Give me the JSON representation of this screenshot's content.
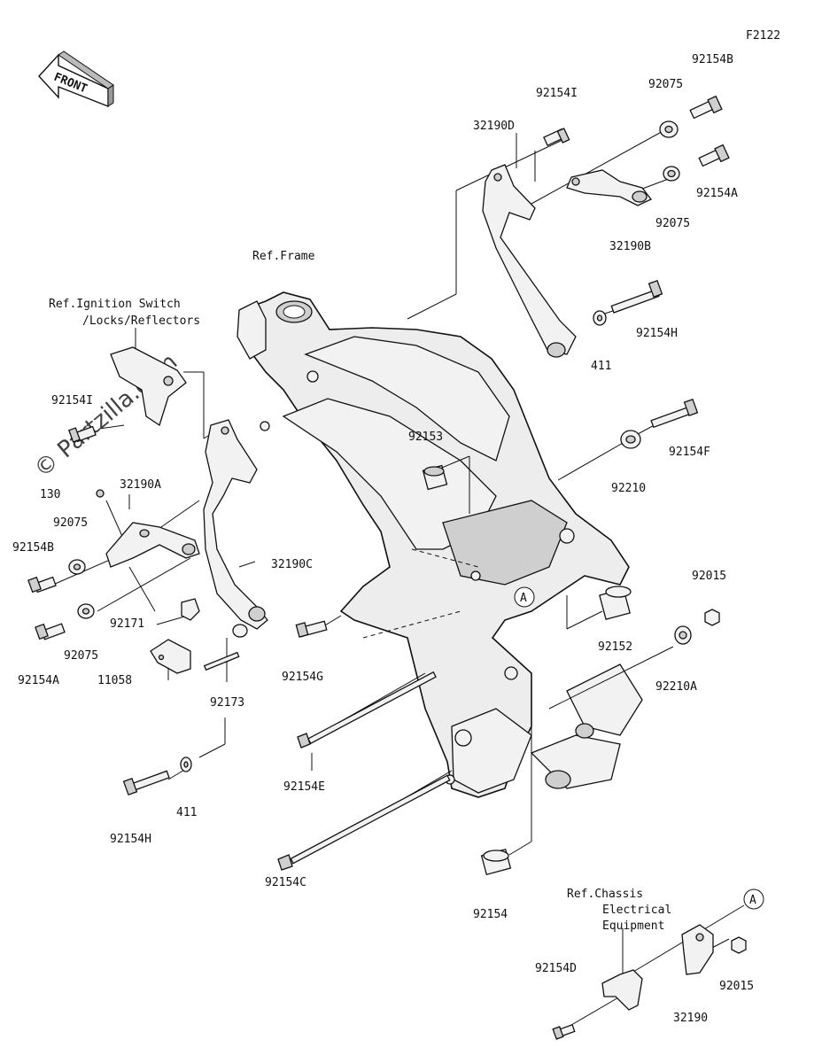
{
  "figure_id": "F2122",
  "front_label": "FRONT",
  "watermark": "© Partzilla.com",
  "refs": {
    "frame": "Ref.Frame",
    "ignition_line1": "Ref.Ignition Switch",
    "ignition_line2": "/Locks/Reflectors",
    "chassis_line1": "Ref.Chassis",
    "chassis_line2": "Electrical",
    "chassis_line3": "Equipment"
  },
  "callout": "A",
  "parts": {
    "p92154I_top": "92154I",
    "p92154B_top": "92154B",
    "p92075_top1": "92075",
    "p32190D": "32190D",
    "p92154A_top": "92154A",
    "p92075_top2": "92075",
    "p32190B": "32190B",
    "p92154H_top": "92154H",
    "p411_top": "411",
    "p92154I_left": "92154I",
    "p92153": "92153",
    "p92154F": "92154F",
    "p130": "130",
    "p32190A": "32190A",
    "p92210": "92210",
    "p92075_left1": "92075",
    "p92154B_left": "92154B",
    "p32190C": "32190C",
    "p92015_right": "92015",
    "p92171": "92171",
    "p92154A_left": "92154A",
    "p92075_left2": "92075",
    "p92152": "92152",
    "p92154G": "92154G",
    "p11058": "11058",
    "p92210A": "92210A",
    "p92173": "92173",
    "p411_bottom": "411",
    "p92154E": "92154E",
    "p92154H_bottom": "92154H",
    "p92154C": "92154C",
    "p92154": "92154",
    "p92154D": "92154D",
    "p32190": "32190",
    "p92015_bottom": "92015"
  }
}
